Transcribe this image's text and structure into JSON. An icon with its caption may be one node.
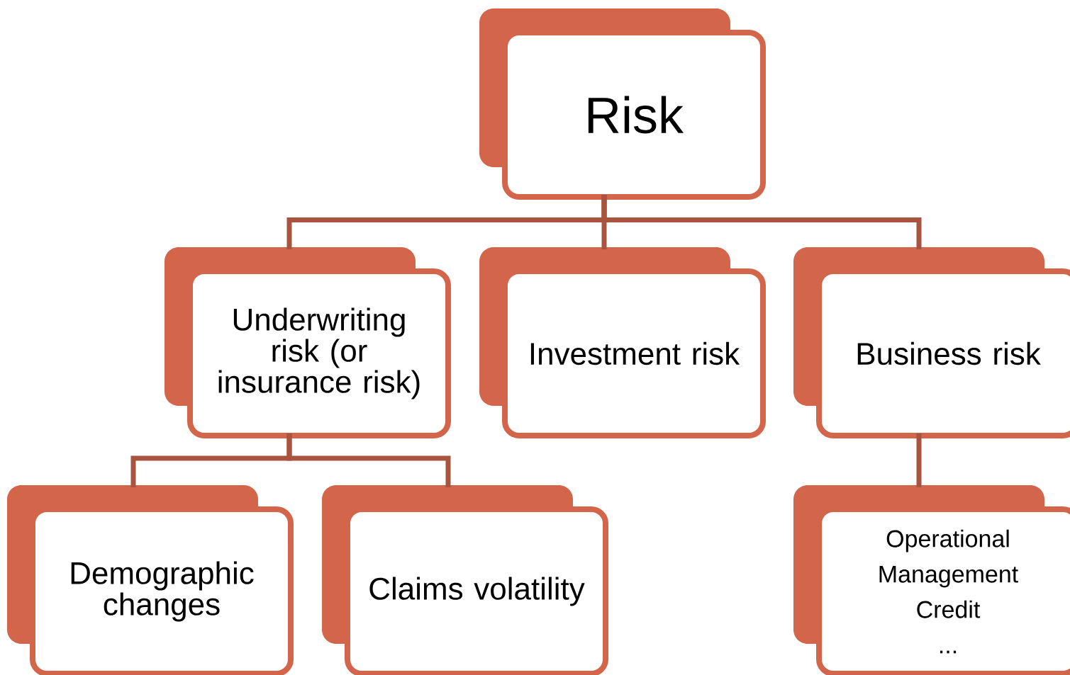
{
  "diagram": {
    "nodes": [
      {
        "text": [
          "Risk"
        ]
      },
      {
        "text": [
          "Underwriting risk (or insurance risk)"
        ]
      },
      {
        "text": [
          "Investment risk"
        ]
      },
      {
        "text": [
          "Business risk"
        ]
      },
      {
        "text": [
          "Demographic changes"
        ]
      },
      {
        "text": [
          "Claims volatility"
        ]
      },
      {
        "text": [
          "Operational",
          "Management",
          "Credit",
          "..."
        ]
      }
    ],
    "edges": [
      {
        "from": 0,
        "to": 1,
        "arrow": "none"
      },
      {
        "from": 0,
        "to": 2,
        "arrow": "none"
      },
      {
        "from": 0,
        "to": 3,
        "arrow": "none"
      },
      {
        "from": 1,
        "to": 4,
        "arrow": "none"
      },
      {
        "from": 1,
        "to": 5,
        "arrow": "none"
      },
      {
        "from": 3,
        "to": 6,
        "arrow": "none"
      }
    ]
  }
}
